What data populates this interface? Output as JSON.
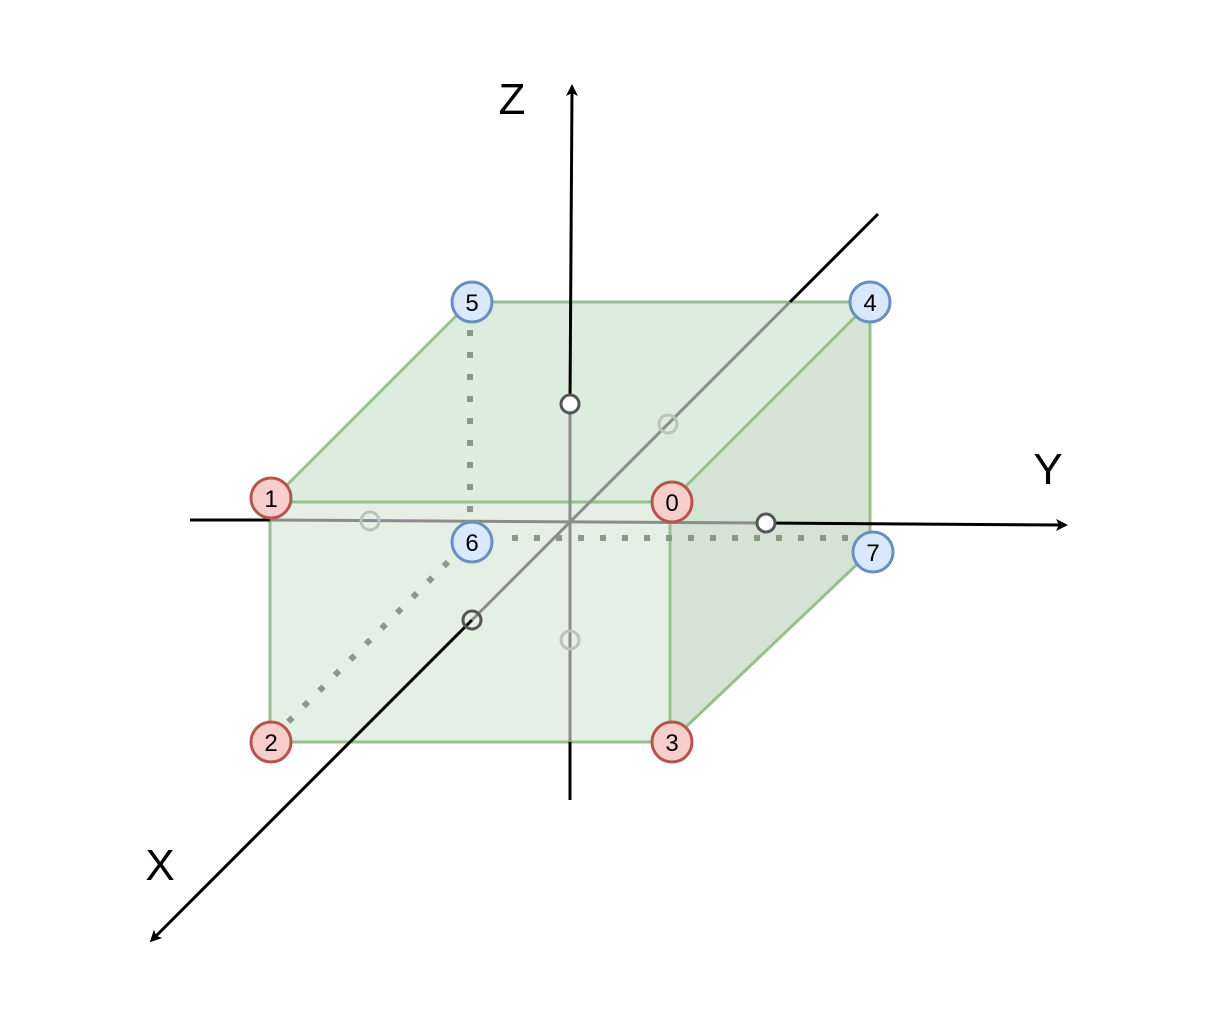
{
  "axes": {
    "x": {
      "label": "X"
    },
    "y": {
      "label": "Y"
    },
    "z": {
      "label": "Z"
    }
  },
  "vertices": [
    {
      "label": "0",
      "group": "red"
    },
    {
      "label": "1",
      "group": "red"
    },
    {
      "label": "2",
      "group": "red"
    },
    {
      "label": "3",
      "group": "red"
    },
    {
      "label": "4",
      "group": "blue"
    },
    {
      "label": "5",
      "group": "blue"
    },
    {
      "label": "6",
      "group": "blue"
    },
    {
      "label": "7",
      "group": "blue"
    }
  ],
  "colors": {
    "red_fill": "#f8cecc",
    "red_stroke": "#b85450",
    "blue_fill": "#dae8fc",
    "blue_stroke": "#6c8ebf",
    "box_fill": "#d5e8d4",
    "box_stroke": "#82b366",
    "axis": "#000000"
  }
}
